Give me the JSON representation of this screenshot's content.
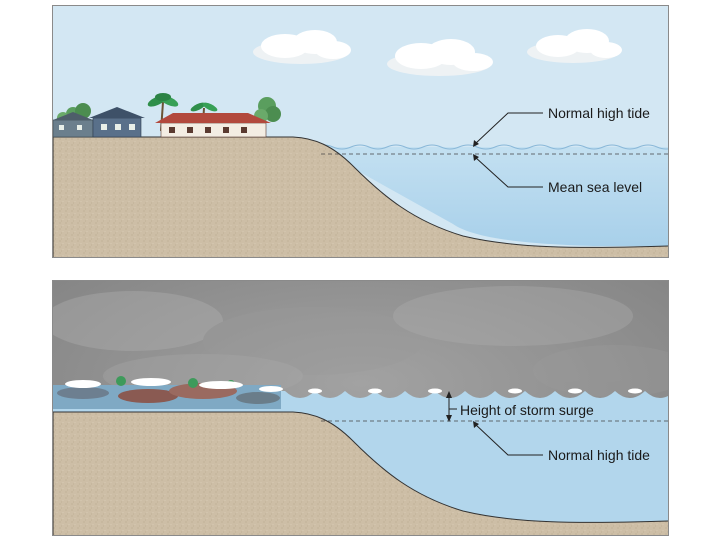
{
  "top_panel": {
    "labels": {
      "normal_high_tide": "Normal high tide",
      "mean_sea_level": "Mean sea level"
    },
    "colors": {
      "sky": "#d3e7f3",
      "water": "#b2d6ec",
      "sand": "#cdbea6"
    }
  },
  "bottom_panel": {
    "labels": {
      "height_of_storm_surge": "Height of storm surge",
      "normal_high_tide": "Normal high tide"
    },
    "colors": {
      "storm_cloud": "#8f8f8f",
      "water": "#b2d6ec",
      "sand": "#cdbea6"
    }
  }
}
